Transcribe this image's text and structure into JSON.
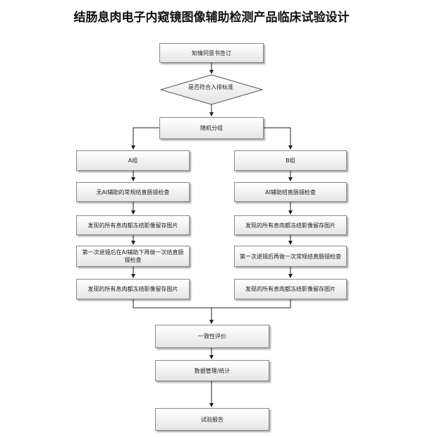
{
  "title": "结肠息肉电子内窥镜图像辅助检测产品临床试验设计",
  "nodes": {
    "consent": "知情同意书签订",
    "eligibility": "是否符合入排标准",
    "random": "随机分组",
    "group_a": "A组",
    "group_b": "B组",
    "a1": "无AI辅助的常规结直肠镜检查",
    "a2": "发现的所有息肉都冻结影像留存图片",
    "a3": "第一次退镜后在AI辅助下再做一次结直肠镜检查",
    "a4": "发现的所有息肉都冻结影像留存图片",
    "b1": "AI辅助结直肠镜检查",
    "b2": "发现的所有息肉都冻结影像留存图片",
    "b3": "第一次退镜后再做一次常规结直肠镜检查",
    "b4": "发现的所有息肉都冻结影像留存图片",
    "consistency": "一致性评价",
    "data_mgmt": "数据管理/统计",
    "report": "试验报告"
  }
}
